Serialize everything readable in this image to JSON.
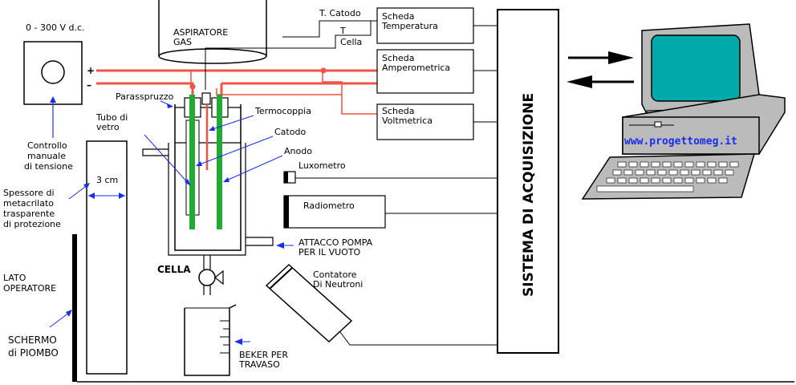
{
  "power_supply": {
    "range": "0 - 300 V d.c.",
    "plus": "+",
    "minus": "–",
    "control_label": [
      "Controllo",
      "manuale",
      "di tensione"
    ]
  },
  "gas_aspirator": [
    "ASPIRATORE",
    "GAS"
  ],
  "temperature_lines": {
    "cathode": "T. Catodo",
    "cell": [
      "T",
      "Cella"
    ]
  },
  "boards": {
    "temperature": [
      "Scheda",
      "Temperatura"
    ],
    "amperometric": [
      "Scheda",
      "Amperometrica"
    ],
    "voltmetric": [
      "Scheda",
      "Voltmetrica"
    ]
  },
  "cell_labels": {
    "splash_guard": "Parasspruzzo",
    "glass_tube": [
      "Tubo di",
      "vetro"
    ],
    "thermocouple": "Termocoppia",
    "cathode": "Catodo",
    "anode": "Anodo",
    "cell": "CELLA"
  },
  "shield": {
    "width_label": "3 cm",
    "description": [
      "Spessore di",
      "metacrilato",
      "trasparente",
      "di protezione"
    ]
  },
  "operator_side": [
    "LATO",
    "OPERATORE"
  ],
  "lead_screen": [
    "SCHERMO",
    "di PIOMBO"
  ],
  "luxmeter": "Luxometro",
  "radiometer": "Radiometro",
  "vacuum_pump": [
    "ATTACCO POMPA",
    "PER IL VUOTO"
  ],
  "neutron_counter": [
    "Contatore",
    "Di Neutroni"
  ],
  "beaker": [
    "BEKER PER",
    "TRAVASO"
  ],
  "acquisition_system": "SISTEMA DI ACQUISIZIONE",
  "computer": {
    "url": "www.progettomeg.it"
  },
  "colors": {
    "red_wire": "#ee5544",
    "electrode_green": "#22aa33",
    "screen": "#00aaaa",
    "computer_body": "#bbbbbb",
    "url_blue": "#1a2ee8",
    "arrow_blue": "#1a2ee8"
  },
  "icons": [
    "arrow-right-icon",
    "arrow-left-icon",
    "monitor-icon",
    "keyboard-icon",
    "valve-icon",
    "beaker-icon"
  ]
}
